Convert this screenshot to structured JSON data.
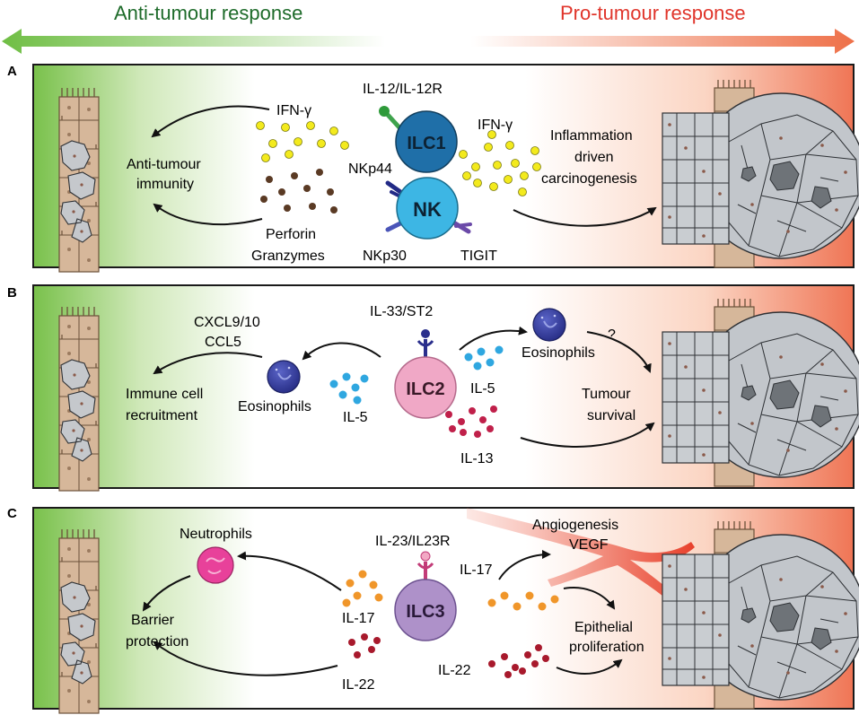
{
  "header": {
    "anti_label": "Anti-tumour response",
    "pro_label": "Pro-tumour response",
    "anti_color": "#1e6b2a",
    "pro_color": "#e0352b"
  },
  "panels": {
    "a": {
      "letter": "A",
      "left_mediator": "IFN-γ",
      "left_outcome_line1": "Anti-tumour",
      "left_outcome_line2": "immunity",
      "granules_line1": "Perforin",
      "granules_line2": "Granzymes",
      "receptor_top": "IL-12/IL-12R",
      "cell_ilc1": "ILC1",
      "cell_nk": "NK",
      "receptor_nkp44": "NKp44",
      "receptor_nkp30": "NKp30",
      "receptor_tigit": "TIGIT",
      "right_mediator": "IFN-γ",
      "right_outcome_line1": "Inflammation",
      "right_outcome_line2": "driven",
      "right_outcome_line3": "carcinogenesis"
    },
    "b": {
      "letter": "B",
      "chemokines_line1": "CXCL9/10",
      "chemokines_line2": "CCL5",
      "left_outcome_line1": "Immune cell",
      "left_outcome_line2": "recruitment",
      "left_eosinophils": "Eosinophils",
      "left_il5": "IL-5",
      "receptor_top": "IL-33/ST2",
      "cell_ilc2": "ILC2",
      "right_eosinophils": "Eosinophils",
      "question": "?",
      "right_il5": "IL-5",
      "right_outcome_line1": "Tumour",
      "right_outcome_line2": "survival",
      "il13": "IL-13"
    },
    "c": {
      "letter": "C",
      "neutrophils": "Neutrophils",
      "left_outcome_line1": "Barrier",
      "left_outcome_line2": "protection",
      "left_il17": "IL-17",
      "left_il22": "IL-22",
      "receptor_top": "IL-23/IL23R",
      "cell_ilc3": "ILC3",
      "right_il17": "IL-17",
      "angio_line1": "Angiogenesis",
      "angio_line2": "VEGF",
      "right_outcome_line1": "Epithelial",
      "right_outcome_line2": "proliferation",
      "right_il22": "IL-22"
    }
  }
}
